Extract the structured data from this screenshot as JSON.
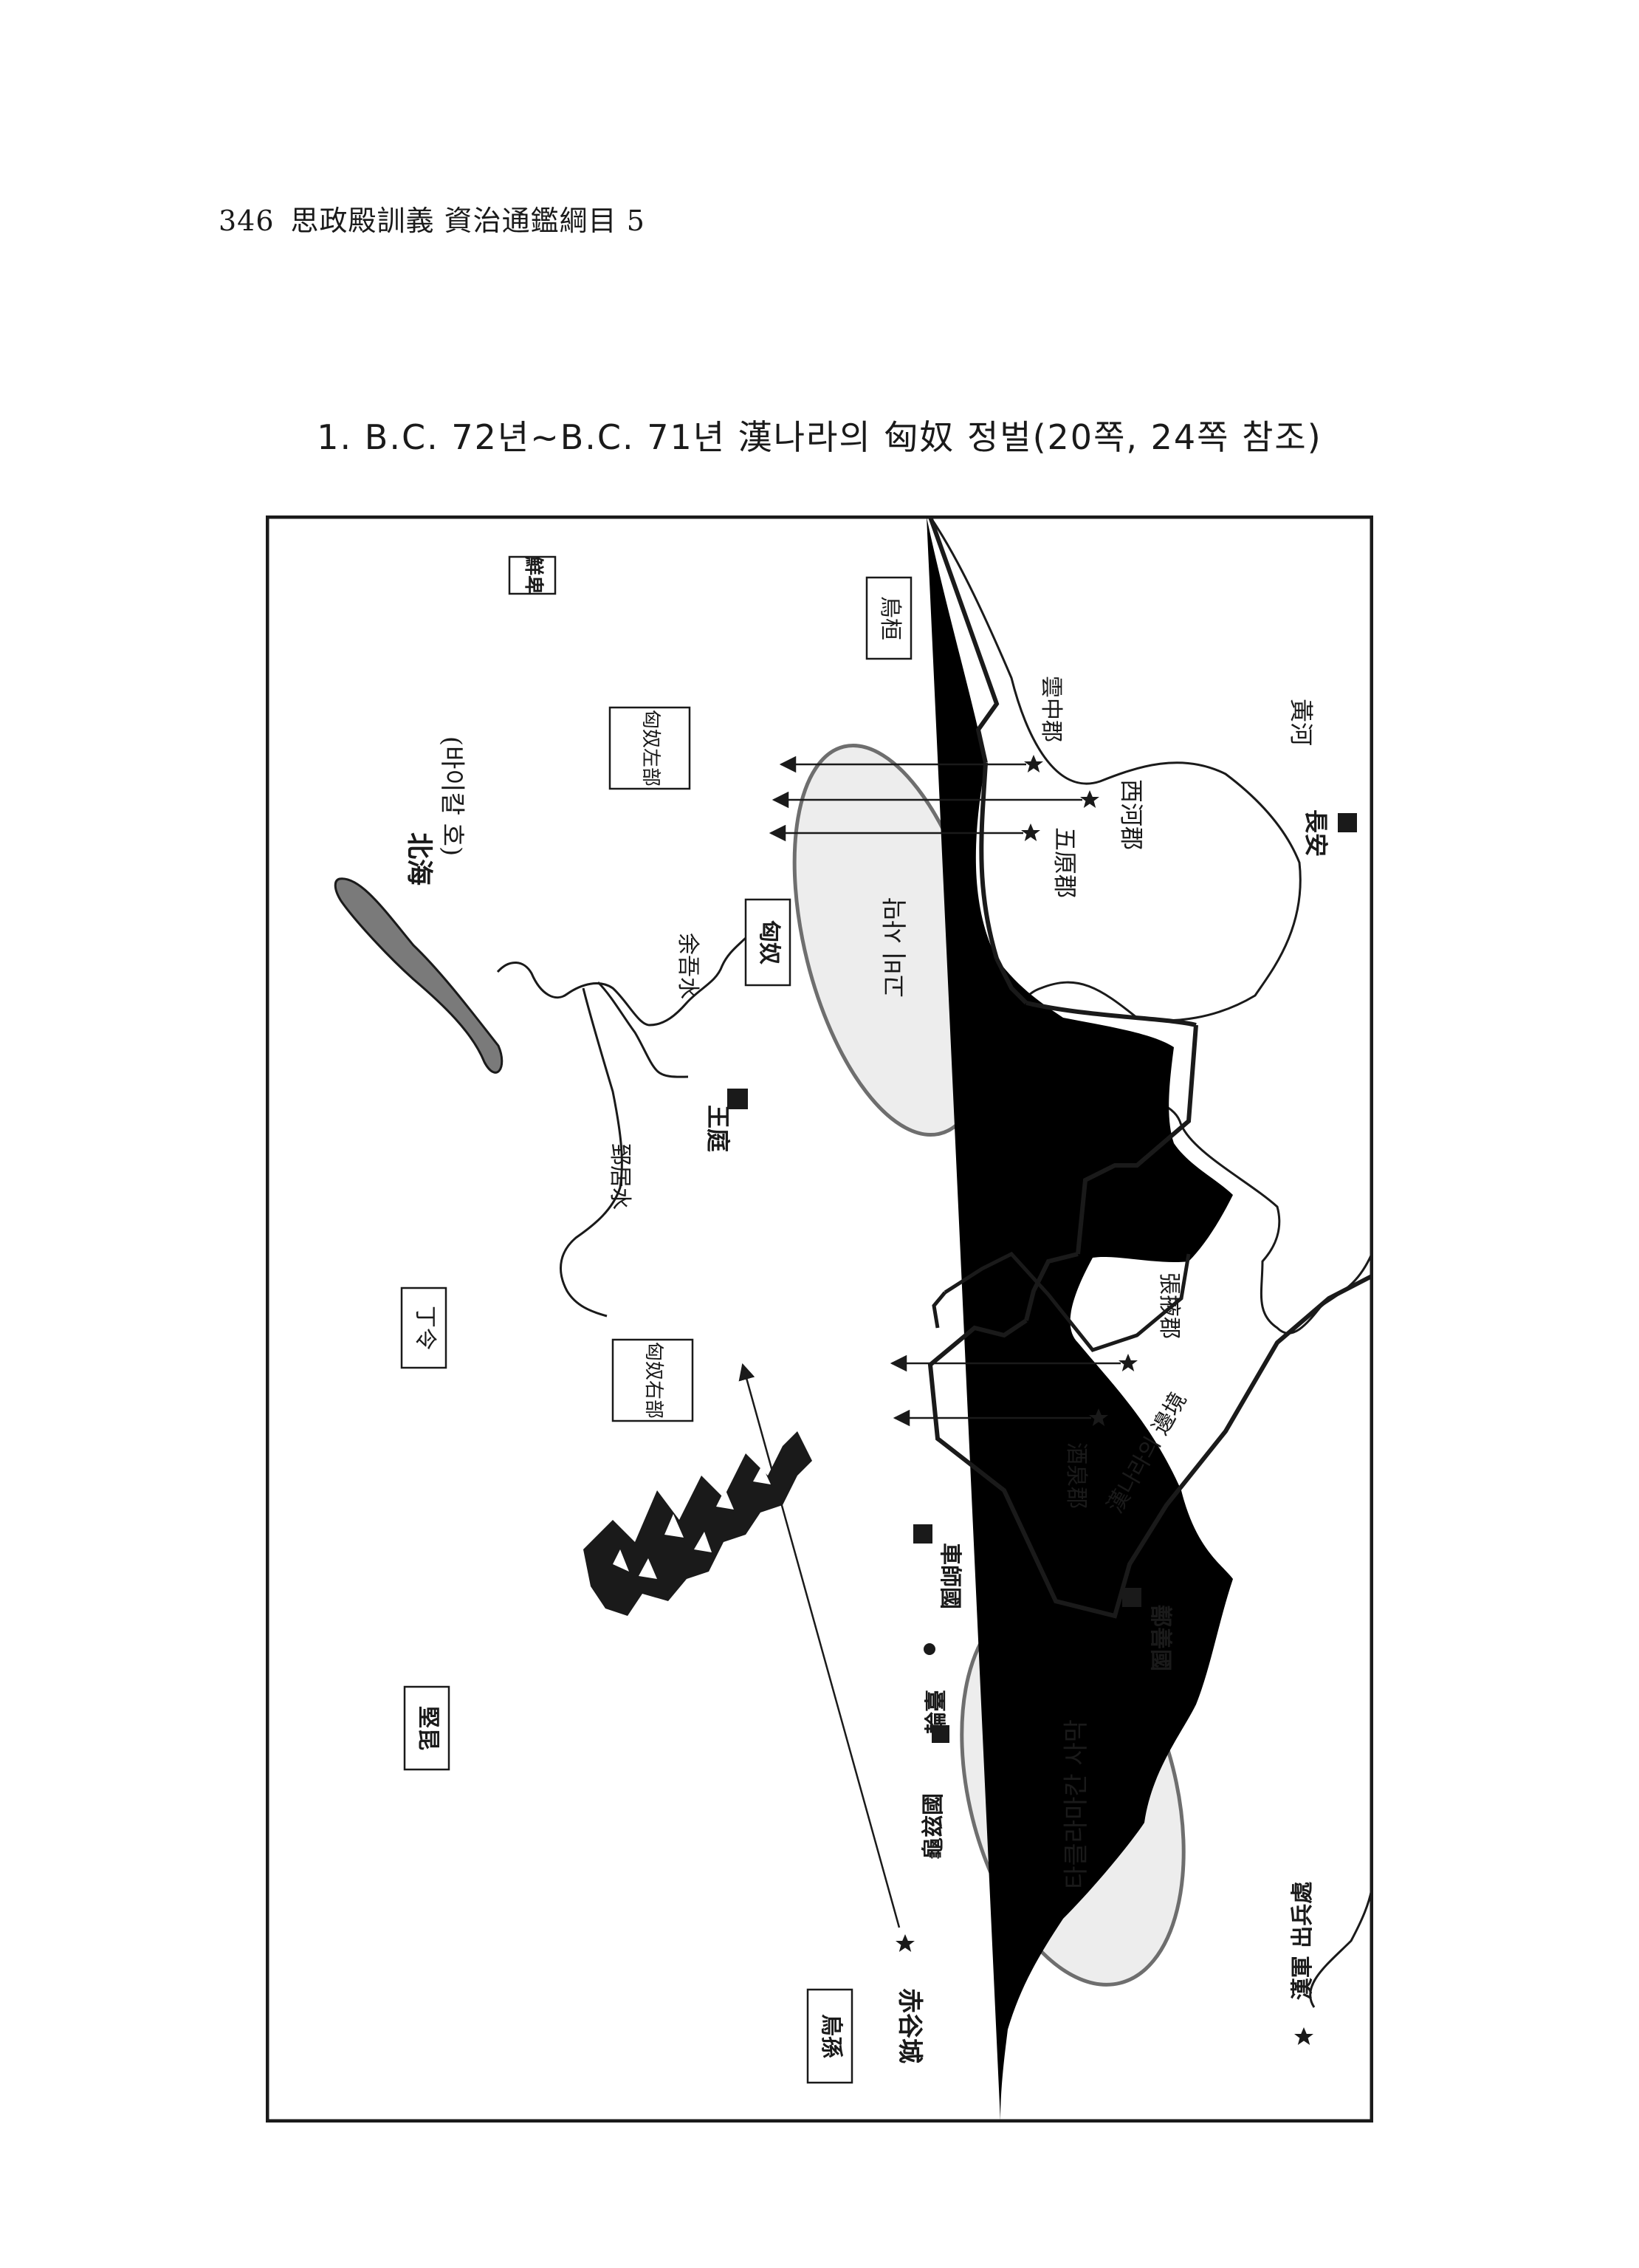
{
  "page": {
    "page_number": "346",
    "book_title": "思政殿訓義 資治通鑑綱目 5"
  },
  "figure": {
    "title": "1. B.C. 72년~B.C. 71년 漢나라의 匈奴 정벌(20쪽, 24쪽 참조)"
  },
  "map": {
    "tribes": {
      "xianbei": "鮮卑",
      "wuhuan": "烏桓",
      "xiongnu_left": "匈奴左部",
      "xiongnu": "匈奴",
      "dingling": "丁令",
      "xiongnu_right": "匈奴右部",
      "jiankun": "堅昆",
      "wusun": "烏孫"
    },
    "waters": {
      "beihai": "北海",
      "beihai_note": "(바이칼 호)",
      "yuwu_river": "余吾水",
      "zhiju_river": "郅居水",
      "yellow_river": "黃河"
    },
    "places": {
      "yunzhong": "雲中郡",
      "xihe": "西河郡",
      "wuyuan": "五原郡",
      "changan": "長安",
      "wangting": "王庭",
      "zhangye": "張掖郡",
      "jiuquan": "酒泉郡",
      "han_border": "漢나라의 邊境",
      "jushi": "車師國",
      "shanshan": "鄯善國",
      "luntai": "輪臺",
      "qiuci": "龜玆國",
      "chigu": "赤谷城"
    },
    "deserts": {
      "gobi": "고비 사막",
      "taklamakan": "타클라마칸 사막"
    },
    "legend": {
      "han_army": "漢軍 出兵處"
    },
    "colors": {
      "ink": "#1a1a1a",
      "desert_fill": "#ededed",
      "desert_stroke": "#6e6e6e",
      "lake_fill": "#7a7a7a"
    },
    "icons": [
      "star-icon",
      "square-icon",
      "dot-icon",
      "mountain-icon"
    ]
  }
}
